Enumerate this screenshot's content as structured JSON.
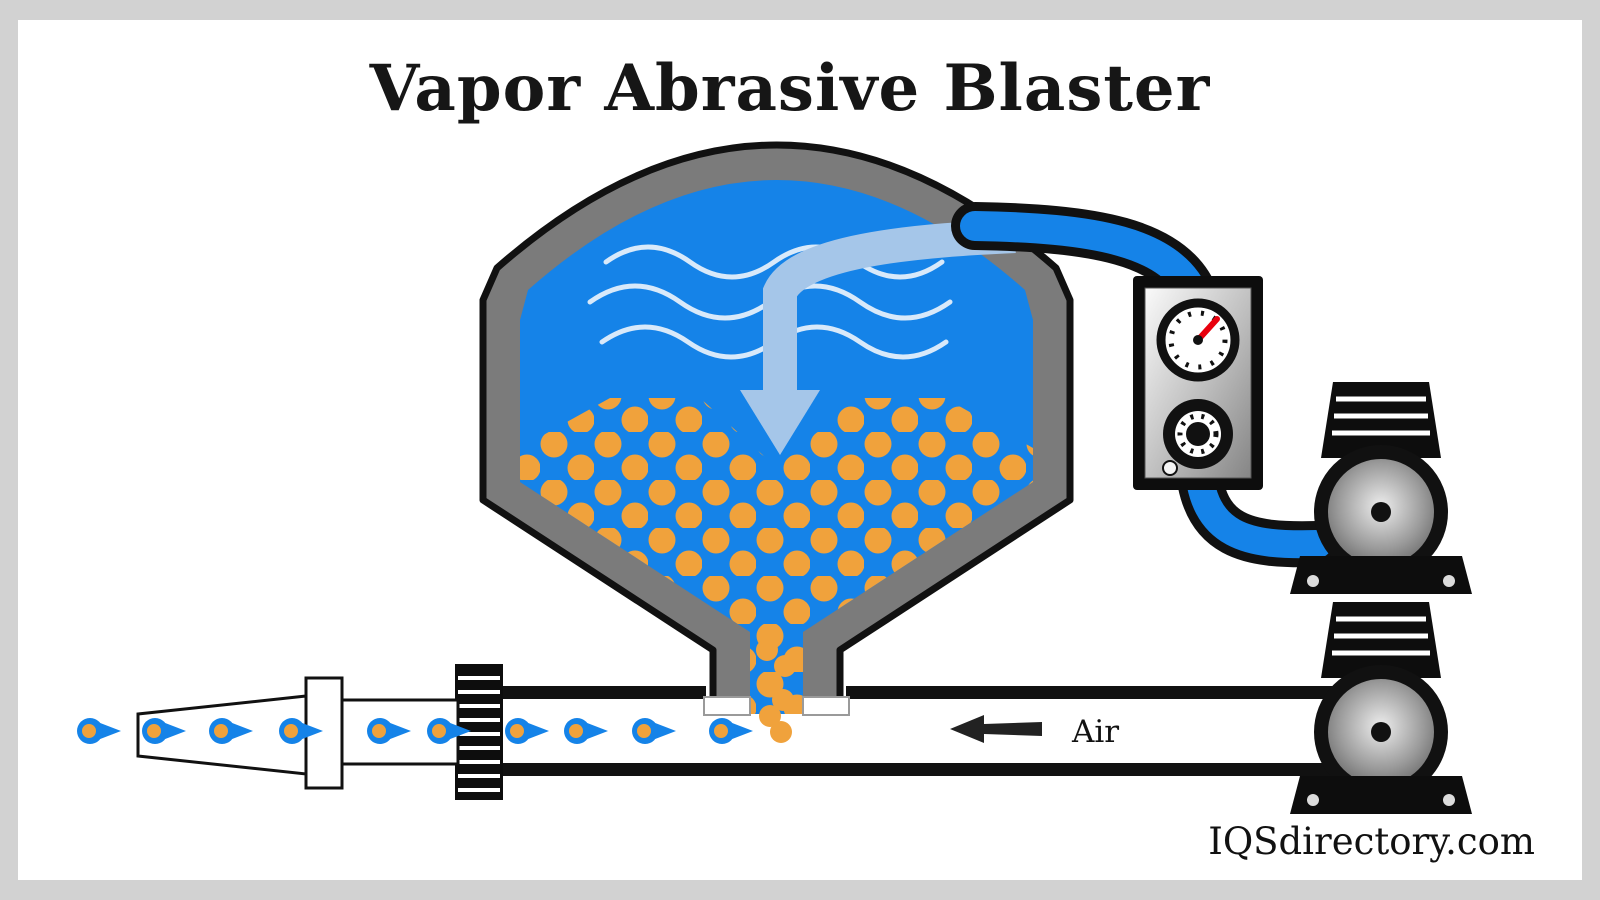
{
  "title": "Vapor Abrasive Blaster",
  "labels": {
    "air": "Air"
  },
  "watermark": "IQSdirectory.com",
  "colors": {
    "water_blue": "#1583e8",
    "abrasive_orange": "#f0a23c",
    "vessel_gray": "#7b7b7b",
    "flow_arrow_blue": "#a5c6e9",
    "wave_white": "#eef5fc",
    "needle_red": "#e8000d",
    "machine_black": "#0d0d0d",
    "frame_gray": "#d2d2d2",
    "canvas_white": "#ffffff"
  }
}
